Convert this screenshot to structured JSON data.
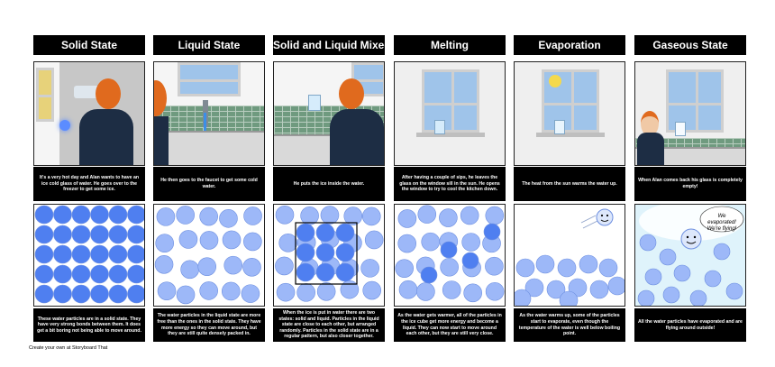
{
  "panels": [
    {
      "title": "Solid State",
      "caption1": "It's a very hot day and Alan wants to have an ice cold glass of water. He goes over to the freezer to get some ice.",
      "caption2": "These water particles are in a solid state. They have very strong bonds between them. It does get a bit boring not being able to move around."
    },
    {
      "title": "Liquid State",
      "caption1": "He then goes to the faucet to get some cold water.",
      "caption2": "The water particles in the liquid state are more free than the ones in the solid state. They have more energy so they can move around, but they are still quite densely packed in."
    },
    {
      "title": "Solid and Liquid Mixed",
      "caption1": "He puts the ice inside the water.",
      "caption2": "When the ice is put in water there are two states: solid and liquid. Particles in the liquid state are close to each other, but arranged randomly. Particles in the solid state are in a regular pattern, but also closer together."
    },
    {
      "title": "Melting",
      "caption1": "After having a couple of sips, he leaves the glass on the window sill in the sun. He opens the window to try to cool the kitchen down.",
      "caption2": "As the water gets warmer, all of the particles in the ice cube get more energy and become a liquid. They can now start to move around each other, but they are still very close."
    },
    {
      "title": "Evaporation",
      "caption1": "The heat from the sun warms the water up.",
      "caption2": "As the water warms up, some of the particles start to evaporate, even though the temperature of the water is well below boiling point."
    },
    {
      "title": "Gaseous State",
      "caption1": "When Alan comes back his glass is completely empty!",
      "caption2": "All the water particles have evaporated and are flying around outside!"
    }
  ],
  "bubble_text": "We evaporated! We're flying!",
  "credit": "Create your own at Storyboard That",
  "colors": {
    "solid": "#4f7ff0",
    "liquid": "#9db8f8",
    "outline": "#6d8fe0",
    "caption_bg": "#000000",
    "window_blue": "#9fc4ea"
  }
}
